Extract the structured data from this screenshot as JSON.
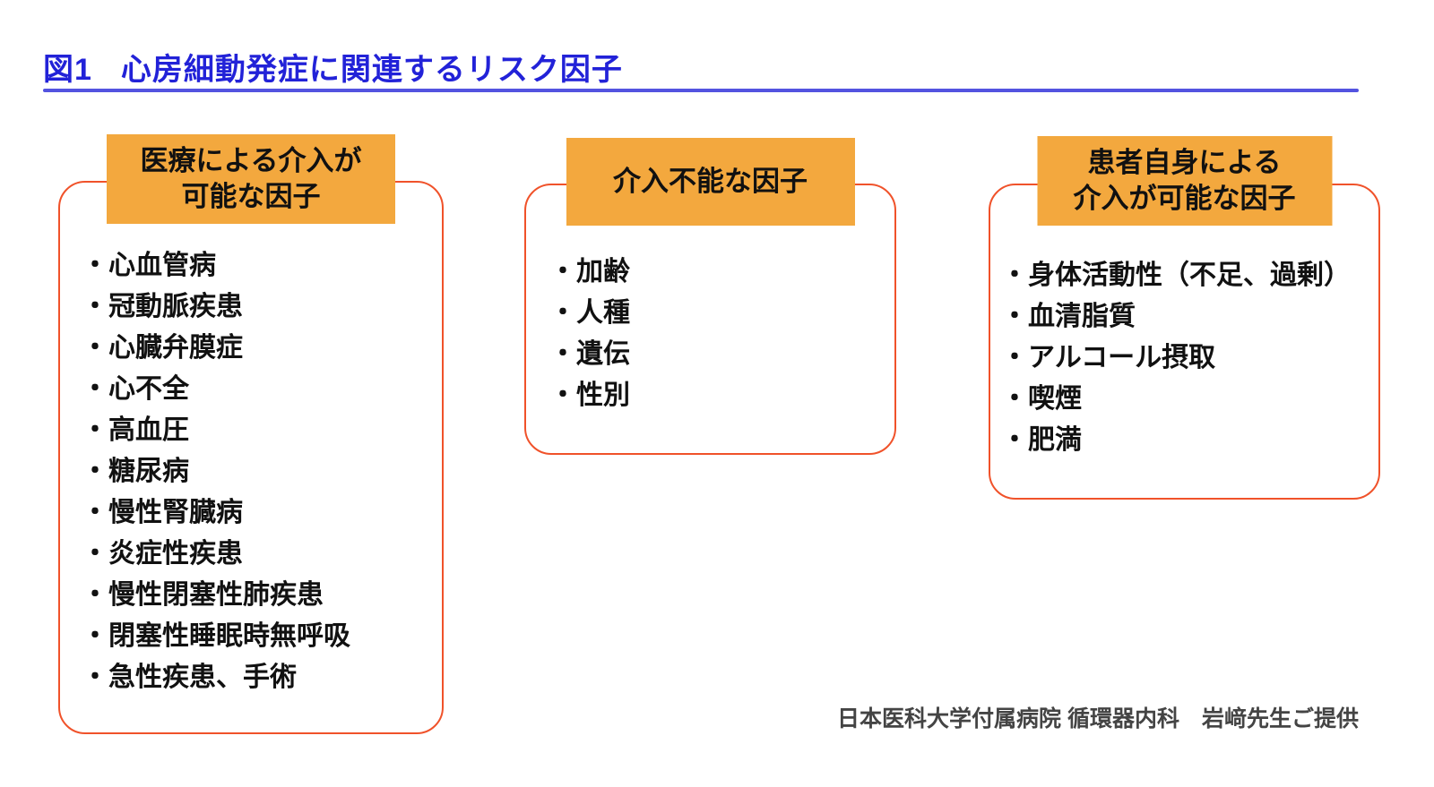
{
  "bullet": "・",
  "colors": {
    "title_blue": "#2222D8",
    "rule_blue": "#5353E0",
    "header_orange": "#F3A83E",
    "panel_border": "#F0522A",
    "text_black": "#111111",
    "credit_gray": "#444444"
  },
  "header": {
    "figure_label": "図1",
    "title": "心房細動発症に関連するリスク因子"
  },
  "panels": [
    {
      "id": "medical",
      "title": "医療による介入が\n可能な因子",
      "items": [
        "心血管病",
        "冠動脈疾患",
        "心臓弁膜症",
        "心不全",
        "高血圧",
        "糖尿病",
        "慢性腎臓病",
        "炎症性疾患",
        "慢性閉塞性肺疾患",
        "閉塞性睡眠時無呼吸",
        "急性疾患、手術"
      ]
    },
    {
      "id": "fixed",
      "title": "介入不能な因子",
      "items": [
        "加齢",
        "人種",
        "遺伝",
        "性別"
      ]
    },
    {
      "id": "patient",
      "title": "患者自身による\n介入が可能な因子",
      "items": [
        "身体活動性（不足、過剰）",
        "血清脂質",
        "アルコール摂取",
        "喫煙",
        "肥満"
      ]
    }
  ],
  "credit": "日本医科大学付属病院 循環器内科　岩﨑先生ご提供"
}
